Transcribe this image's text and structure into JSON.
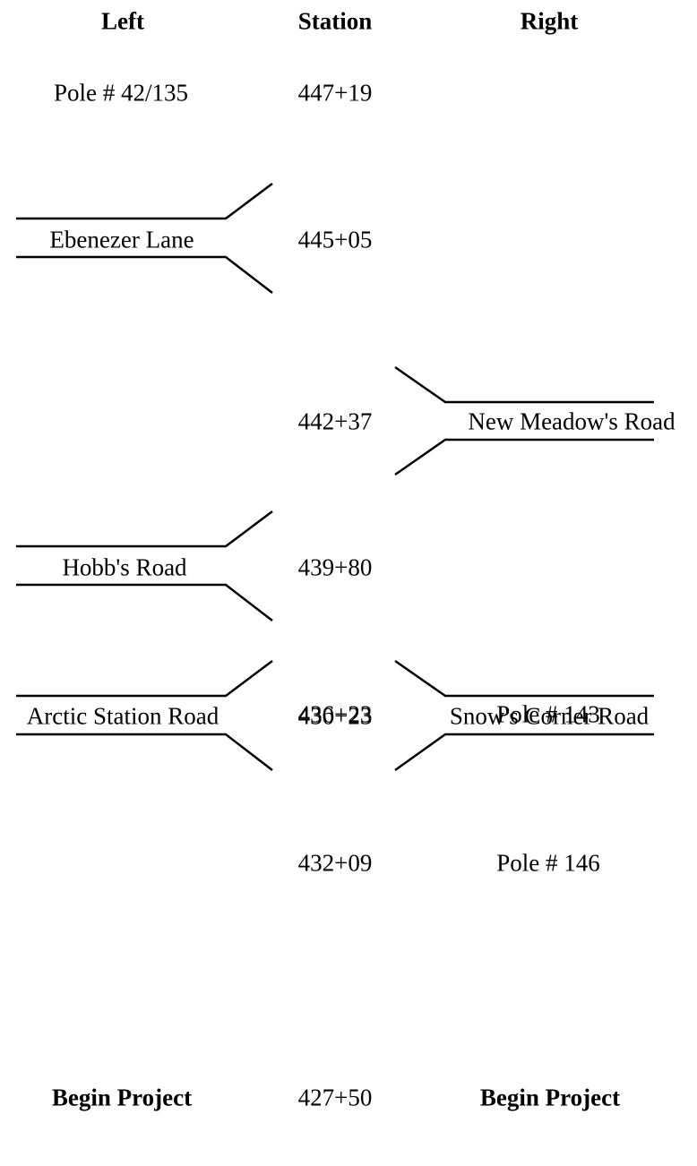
{
  "headers": {
    "left": "Left",
    "station": "Station",
    "right": "Right"
  },
  "rows": [
    {
      "left": "Pole # 42/135",
      "station": "447+19",
      "right": ""
    },
    {
      "left": "Ebenezer Lane",
      "station": "445+05",
      "right": ""
    },
    {
      "left": "",
      "station": "442+37",
      "right": "New Meadow's Road"
    },
    {
      "left": "Hobb's Road",
      "station": "439+80",
      "right": ""
    },
    {
      "left": "",
      "station": "436+23",
      "right": "Pole # 143"
    },
    {
      "left": "",
      "station": "432+09",
      "right": "Pole # 146"
    },
    {
      "left": "Arctic Station Road",
      "station": "430+23",
      "right": "Snow's Corner Road"
    },
    {
      "left": "Begin Project",
      "station": "427+50",
      "right": "Begin Project"
    }
  ]
}
